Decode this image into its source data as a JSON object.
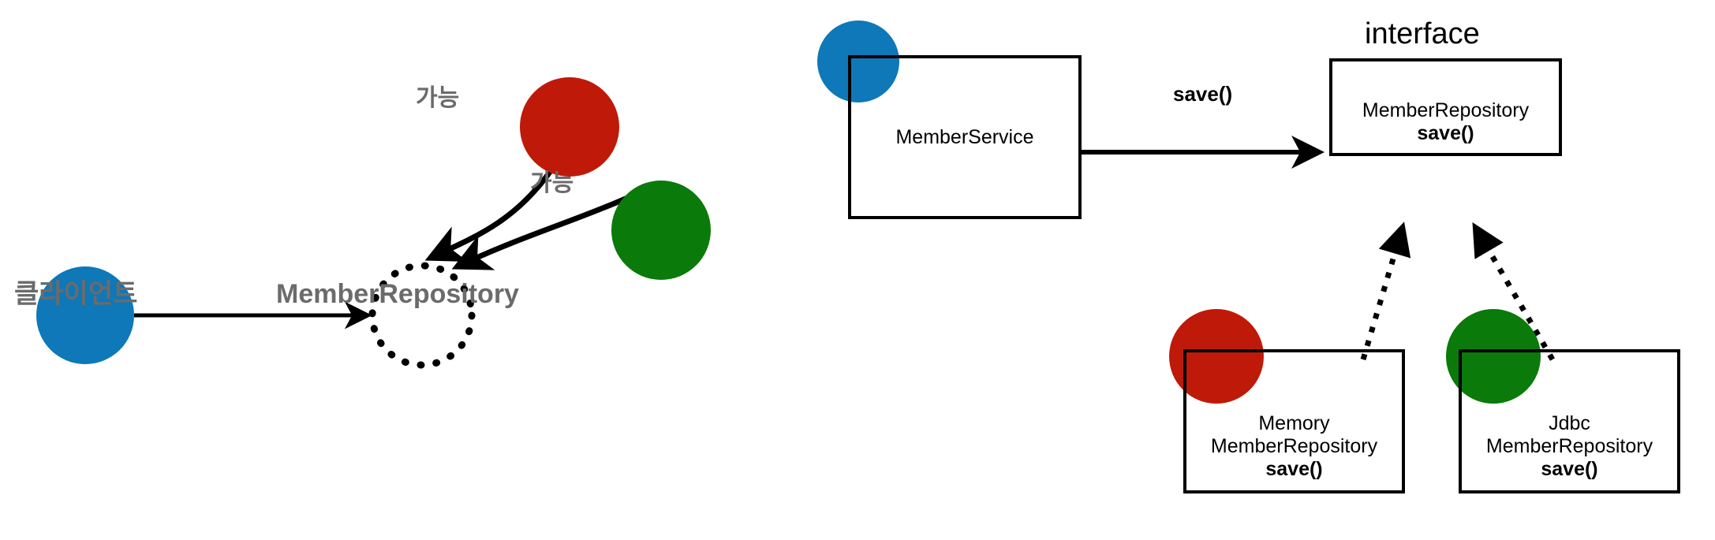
{
  "diagram": {
    "title_domain": "role-interface-and-implementations",
    "background": "#ffffff",
    "colors": {
      "blue": "#0e78b8",
      "red": "#bf1a09",
      "green": "#0a7a0a",
      "gray_text": "#6b6b6b",
      "black": "#000000"
    }
  },
  "left_panel": {
    "client_node": {
      "label": "클라이언트",
      "color": "#0e78b8",
      "icon": "blue-circle-icon"
    },
    "role_node": {
      "label": "MemberRepository",
      "style": "dotted-circle",
      "icon": "dotted-circle-icon"
    },
    "impl_nodes": [
      {
        "label": "",
        "color": "#bf1a09",
        "icon": "red-circle-icon"
      },
      {
        "label": "",
        "color": "#0a7a0a",
        "icon": "green-circle-icon"
      }
    ],
    "edge_labels": [
      {
        "text": "가능"
      },
      {
        "text": "가능"
      }
    ]
  },
  "right_panel": {
    "interface_caption": "interface",
    "boxes": [
      {
        "id": "member-service",
        "lines": [
          {
            "text": "MemberService",
            "bold": false
          }
        ],
        "marker_color": "#0e78b8",
        "marker_icon": "blue-circle-icon"
      },
      {
        "id": "member-repository-interface",
        "lines": [
          {
            "text": "MemberRepository",
            "bold": false
          },
          {
            "text": "save()",
            "bold": true
          }
        ],
        "marker_color": null,
        "marker_icon": null
      },
      {
        "id": "memory-member-repository",
        "lines": [
          {
            "text": "Memory",
            "bold": false
          },
          {
            "text": "MemberRepository",
            "bold": false
          },
          {
            "text": "save()",
            "bold": true
          }
        ],
        "marker_color": "#bf1a09",
        "marker_icon": "red-circle-icon"
      },
      {
        "id": "jdbc-member-repository",
        "lines": [
          {
            "text": "Jdbc",
            "bold": false
          },
          {
            "text": "MemberRepository",
            "bold": false
          },
          {
            "text": "save()",
            "bold": true
          }
        ],
        "marker_color": "#0a7a0a",
        "marker_icon": "green-circle-icon"
      }
    ],
    "edges": [
      {
        "from": "member-service",
        "to": "member-repository-interface",
        "label": "save()",
        "style": "solid-arrow"
      },
      {
        "from": "memory-member-repository",
        "to": "member-repository-interface",
        "label": "",
        "style": "dotted-triangle-arrow"
      },
      {
        "from": "jdbc-member-repository",
        "to": "member-repository-interface",
        "label": "",
        "style": "dotted-triangle-arrow"
      }
    ]
  }
}
